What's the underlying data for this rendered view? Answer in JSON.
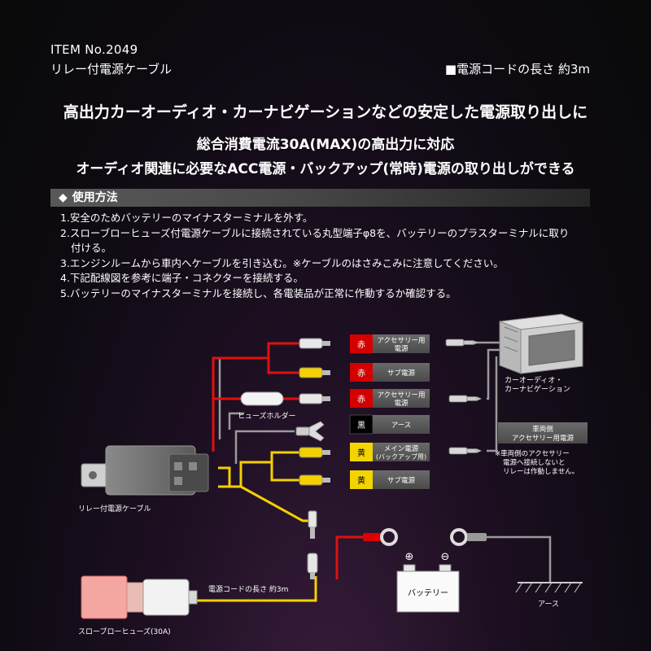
{
  "header": {
    "item_no": "ITEM No.2049",
    "product_name": "リレー付電源ケーブル",
    "cord_length": "■電源コードの長さ 約3m"
  },
  "headline": "高出力カーオーディオ・カーナビゲーションなどの安定した電源取り出しに",
  "features": [
    "総合消費電流30A(MAX)の高出力に対応",
    "オーディオ関連に必要なACC電源・バックアップ(常時)電源の取り出しができる"
  ],
  "usage": {
    "title": "使用方法",
    "steps": [
      "1.安全のためバッテリーのマイナスターミナルを外す。",
      "2.スローブローヒューズ付電源ケーブルに接続されている丸型端子φ8を、バッテリーのプラスターミナルに取り",
      "付ける。",
      "3.エンジンルームから車内へケーブルを引き込む。※ケーブルのはさみこみに注意してください。",
      "4.下記配線図を参考に端子・コネクターを接続する。",
      "5.バッテリーのマイナスターミナルを接続し、各電装品が正常に作動するか確認する。"
    ]
  },
  "diagram": {
    "wires": [
      {
        "color_label": "赤",
        "function": "アクセサリー用電源",
        "function_lines": [
          "アクセサリー用",
          "電源"
        ],
        "badge_color": "#d40000"
      },
      {
        "color_label": "赤",
        "function": "サブ電源",
        "function_lines": [
          "サブ電源"
        ],
        "badge_color": "#d40000"
      },
      {
        "color_label": "赤",
        "function": "アクセサリー用電源",
        "function_lines": [
          "アクセサリー用",
          "電源"
        ],
        "badge_color": "#d40000"
      },
      {
        "color_label": "黒",
        "function": "アース",
        "function_lines": [
          "アース"
        ],
        "badge_color": "#000000"
      },
      {
        "color_label": "黄",
        "function": "メイン電源(バックアップ用)",
        "function_lines": [
          "メイン電源",
          "(バックアップ用)"
        ],
        "badge_color": "#f2d400"
      },
      {
        "color_label": "黄",
        "function": "サブ電源",
        "function_lines": [
          "サブ電源"
        ],
        "badge_color": "#f2d400"
      }
    ],
    "fuse_holder_label": "ヒューズホルダー",
    "relay_cable_label": "リレー付電源ケーブル",
    "car_audio_label_lines": [
      "カーオーディオ・",
      "カーナビゲーション"
    ],
    "vehicle_side_label_lines": [
      "車両側",
      "アクセサリー用電源"
    ],
    "note_lines": [
      "※車両側のアクセサリー",
      "電源へ接続しないと",
      "リレーは作動しません。"
    ],
    "battery_label": "バッテリー",
    "plus_symbol": "⊕",
    "minus_symbol": "⊖",
    "ground_label": "アース",
    "cord_length_label": "電源コードの長さ 約3m",
    "slow_blow_fuse_label": "スローブローヒューズ(30A)",
    "colors": {
      "red_wire": "#e01010",
      "yellow_wire": "#f4d000",
      "gray_wire": "#9a9a9a",
      "label_box": "#555555"
    }
  }
}
